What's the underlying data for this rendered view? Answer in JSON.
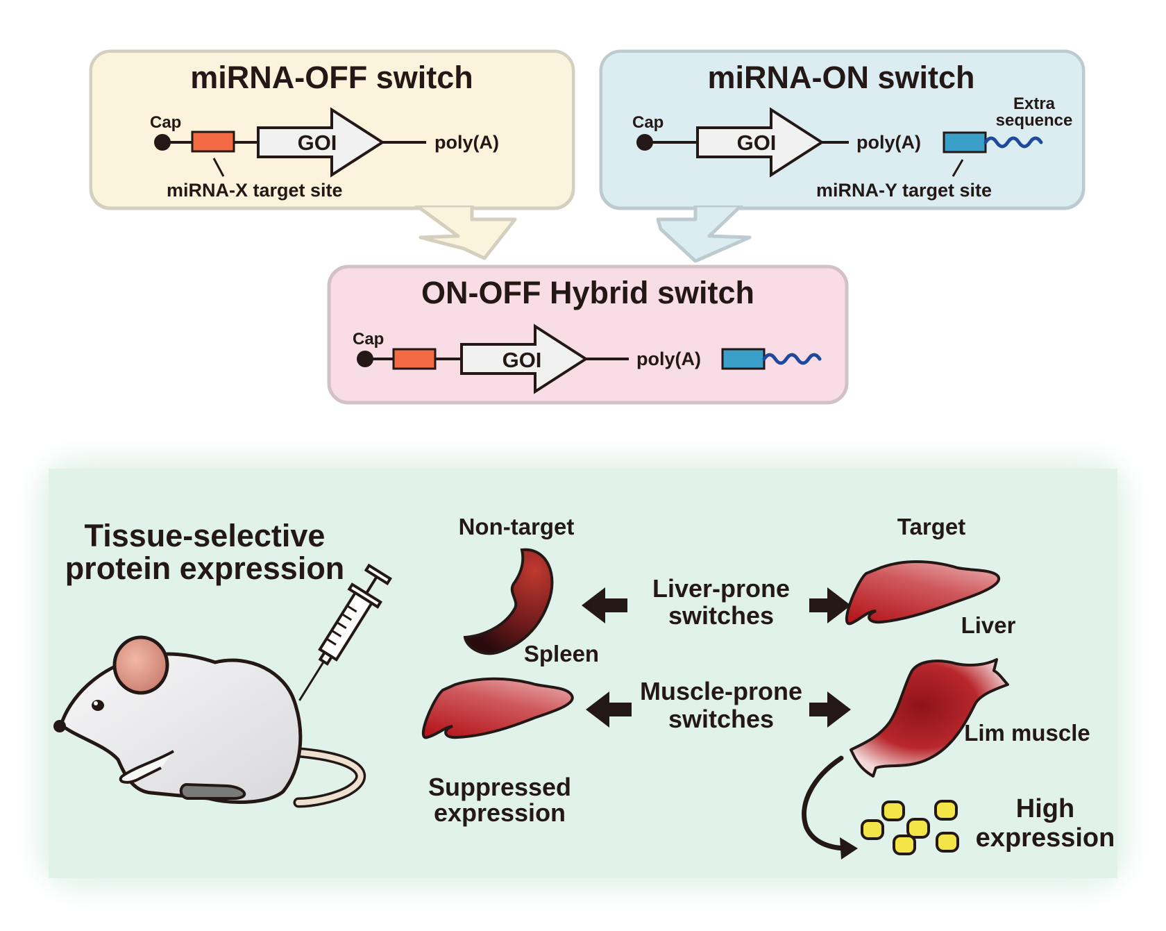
{
  "off_switch": {
    "title": "miRNA-OFF switch",
    "cap": "Cap",
    "goi": "GOI",
    "polya": "poly(A)",
    "site": "miRNA-X target site"
  },
  "on_switch": {
    "title": "miRNA-ON switch",
    "cap": "Cap",
    "goi": "GOI",
    "polya": "poly(A)",
    "extra_line1": "Extra",
    "extra_line2": "sequence",
    "site": "miRNA-Y target site"
  },
  "hybrid_switch": {
    "title": "ON-OFF Hybrid switch",
    "cap": "Cap",
    "goi": "GOI",
    "polya": "poly(A)"
  },
  "bottom": {
    "headline_line1": "Tissue-selective",
    "headline_line2": "protein expression",
    "non_target": "Non-target",
    "target": "Target",
    "liver_prone_line1": "Liver-prone",
    "liver_prone_line2": "switches",
    "muscle_prone_line1": "Muscle-prone",
    "muscle_prone_line2": "switches",
    "spleen": "Spleen",
    "liver": "Liver",
    "lim_muscle": "Lim muscle",
    "suppressed_line1": "Suppressed",
    "suppressed_line2": "expression",
    "high_line1": "High",
    "high_line2": "expression"
  },
  "colors": {
    "off_box": "#fbf4dc",
    "on_box": "#dcedf2",
    "hybrid_box": "#f8dce6",
    "panel": "#e1f2ea",
    "x_site": "#f26b45",
    "y_site": "#3aa0c9",
    "wave": "#1f4a9b",
    "organ": "#b52a2a",
    "protein": "#f3e447"
  }
}
